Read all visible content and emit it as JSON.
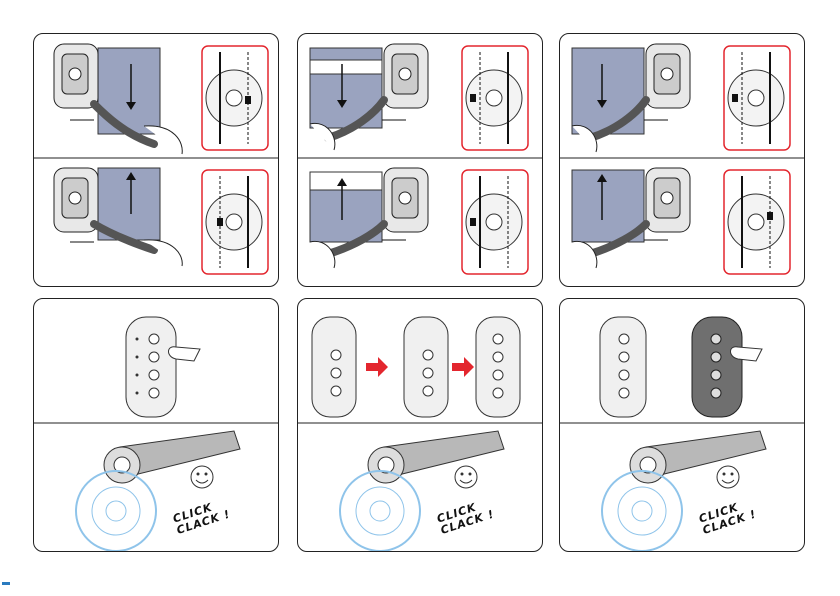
{
  "panels": [
    {
      "id": "1",
      "type": "adjust",
      "visible_labels": []
    },
    {
      "id": "2",
      "type": "adjust",
      "visible_labels": []
    },
    {
      "id": "3",
      "type": "adjust",
      "visible_labels": []
    },
    {
      "id": "4",
      "type": "remote",
      "visible_labels": []
    },
    {
      "id": "5",
      "type": "remote-sequence",
      "visible_labels": []
    },
    {
      "id": "6",
      "type": "remote-pair",
      "visible_labels": []
    }
  ],
  "sound": {
    "line1": "CLICK",
    "line2": "CLACK !"
  },
  "colors": {
    "accent": "#e3262e",
    "blind": "#9aa3bf",
    "ring": "#8fc4ea",
    "arrow": "#e3262e"
  },
  "icons": [
    "wrench-icon",
    "motor-head-icon",
    "limit-switch-icon",
    "remote-control-icon",
    "hand-pointer-icon",
    "smiley-icon",
    "arrow-right-icon"
  ]
}
